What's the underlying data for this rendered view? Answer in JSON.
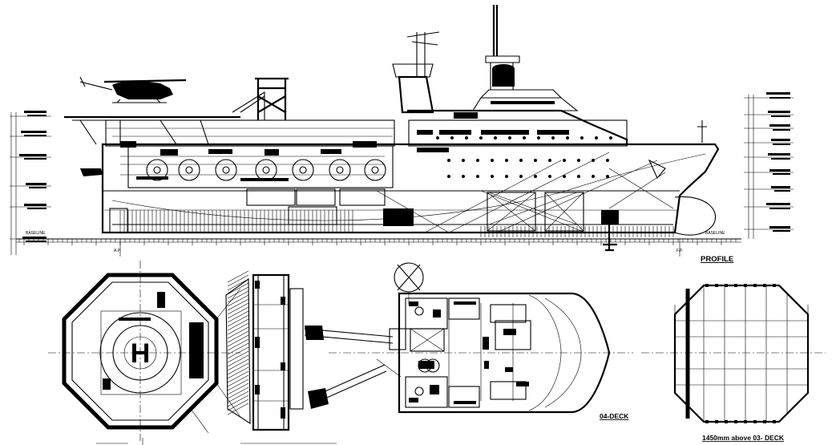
{
  "labels": {
    "profile": "PROFILE",
    "deck_04": "04-DECK",
    "helideck_caption": "1450mm above 03- DECK",
    "helideck_marking": "H",
    "ap": "A.P.",
    "fp": "F.P.",
    "baseline_left": "BASELINE",
    "baseline_right": "BASELINE"
  }
}
